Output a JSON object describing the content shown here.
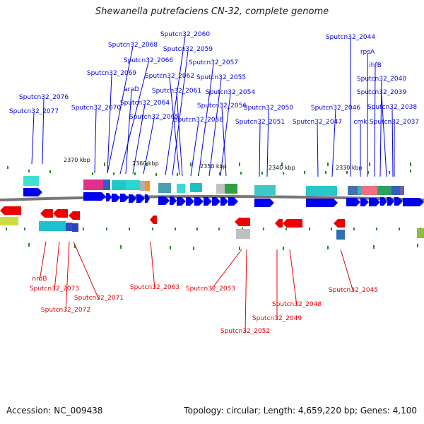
{
  "title": "Shewanella putrefaciens CN-32, complete genome",
  "footer": {
    "accession": "Accession: NC_009438",
    "summary": "Topology: circular; Length: 4,659,220 bp; Genes: 4,100"
  },
  "scale": [
    "2370 kbp",
    "2360 kbp",
    "2350 kbp",
    "2340 kbp",
    "2330 kbp"
  ],
  "colors": {
    "forward": "#0000ee",
    "reverse": "#ee0000",
    "backbone": "#777777",
    "tick": "#228b22"
  },
  "forward_labels": [
    "Sputcn32_2076",
    "Sputcn32_2077",
    "Sputcn32_2068",
    "Sputcn32_2069",
    "Sputcn32_2070",
    "Sputcn32_2066",
    "araD",
    "Sputcn32_2064",
    "Sputcn32_2065",
    "Sputcn32_2060",
    "Sputcn32_2059",
    "Sputcn32_2062",
    "Sputcn32_2061",
    "Sputcn32_2058",
    "Sputcn32_2057",
    "Sputcn32_2055",
    "Sputcn32_2054",
    "Sputcn32_2056",
    "Sputcn32_2050",
    "Sputcn32_2051",
    "Sputcn32_2044",
    "rpsA",
    "ihfB",
    "Sputcn32_2040",
    "Sputcn32_2039",
    "Sputcn32_2046",
    "Sputcn32_2038",
    "Sputcn32_2047",
    "cmk",
    "Sputcn32_2037"
  ],
  "reverse_labels": [
    "nrdB",
    "Sputcn32_2073",
    "Sputcn32_2072",
    "Sputcn32_2071",
    "Sputcn32_2063",
    "Sputcn32_2053",
    "Sputcn32_2052",
    "Sputcn32_2049",
    "Sputcn32_2048",
    "Sputcn32_2045"
  ]
}
